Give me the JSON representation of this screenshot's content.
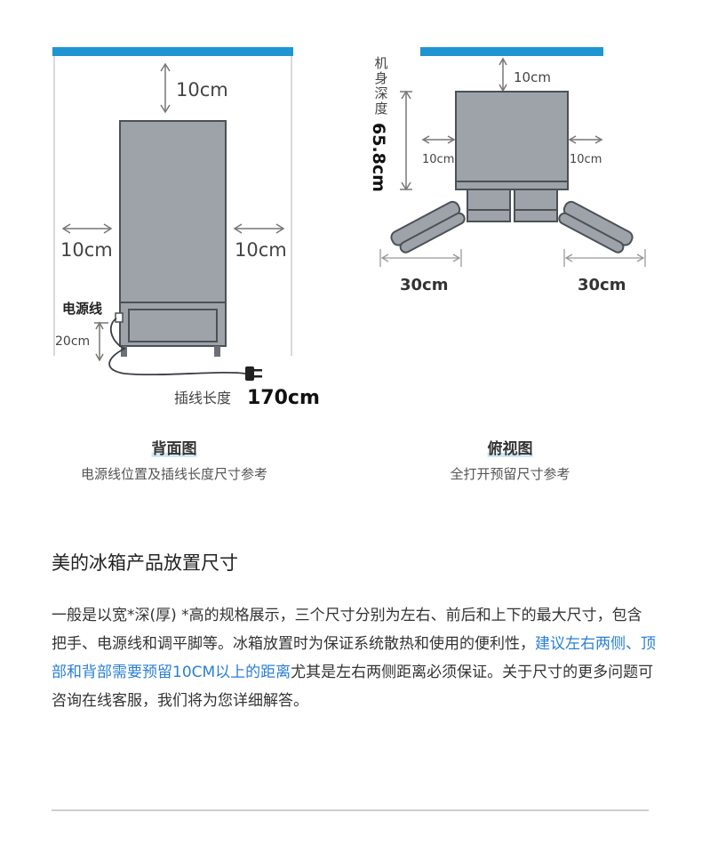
{
  "back_view": {
    "top_gap": "10cm",
    "left_gap": "10cm",
    "right_gap": "10cm",
    "power_cord_label": "电源线",
    "cord_height": "20cm",
    "plug_length_label": "插线长度",
    "plug_length_value": "170cm",
    "title": "背面图",
    "subtitle": "电源线位置及插线长度尺寸参考"
  },
  "top_view": {
    "depth_label": "机身深度",
    "depth_value": "65.8cm",
    "top_gap": "10cm",
    "left_gap": "10cm",
    "right_gap": "10cm",
    "left_swing": "30cm",
    "right_swing": "30cm",
    "title": "俯视图",
    "subtitle": "全打开预留尺寸参考"
  },
  "section": {
    "title": "美的冰箱产品放置尺寸",
    "para_1": "一般是以宽*深(厚) *高的规格展示，三个尺寸分别为左右、前后和上下的最大尺寸，包含把手、电源线和调平脚等。冰箱放置时为保证系统散热和使用的便利性，",
    "para_highlight": "建议左右两侧、顶部和背部需要预留10CM以上的距离",
    "para_2": "尤其是左右两侧距离必须保证。关于尺寸的更多问题可咨询在线客服，我们将为您详细解答。"
  },
  "colors": {
    "wall_blue": "#1f95d2",
    "fridge_fill": "#9ea3a9",
    "fridge_stroke": "#4b5157",
    "highlight_text": "#2a7fd3"
  }
}
